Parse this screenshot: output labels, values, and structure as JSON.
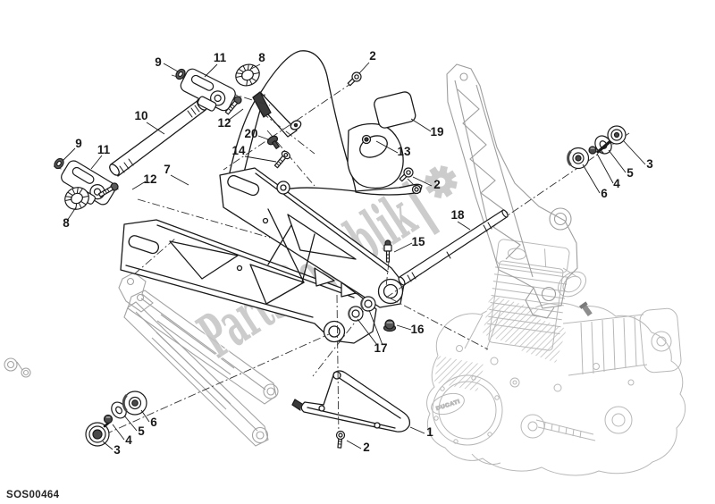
{
  "diagram_code": "SOS00464",
  "watermark": {
    "text": "PartsRepublik",
    "separator_bar": "|"
  },
  "engine_badge_text": "DUCATI",
  "colors": {
    "line_black": "#1a1a1a",
    "secondary_gray": "#9e9e9e",
    "engine_gray": "#b8b8b8",
    "watermark_gray": "#c4c4c4"
  },
  "callouts": [
    "9",
    "11",
    "8",
    "2",
    "10",
    "12",
    "20",
    "14",
    "19",
    "13",
    "9",
    "11",
    "12",
    "7",
    "8",
    "3",
    "5",
    "4",
    "6",
    "2",
    "18",
    "15",
    "16",
    "17",
    "1",
    "2",
    "6",
    "5",
    "4",
    "3"
  ]
}
